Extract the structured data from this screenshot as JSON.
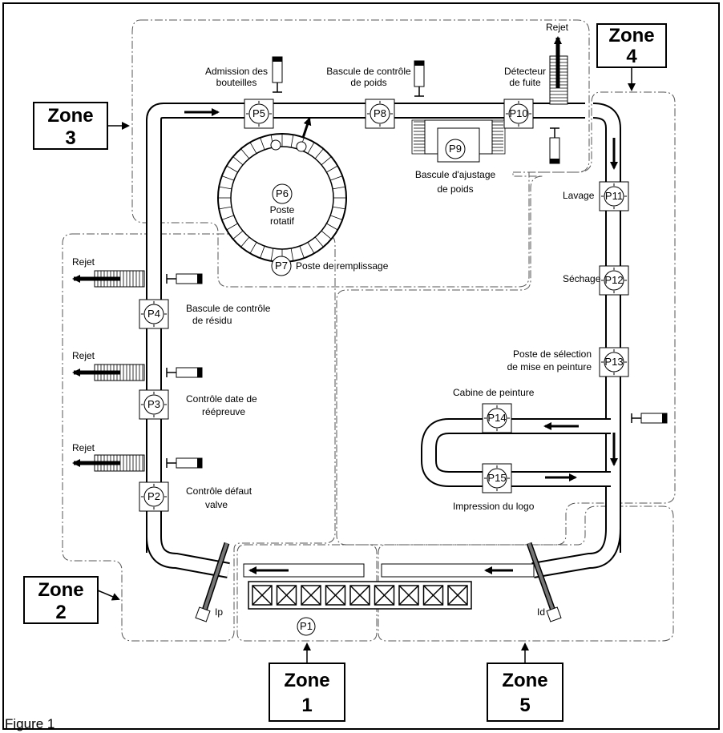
{
  "figure": {
    "caption": "Figure 1"
  },
  "zones": [
    {
      "id": "zone-1",
      "line1": "Zone",
      "line2": "1"
    },
    {
      "id": "zone-2",
      "line1": "Zone",
      "line2": "2"
    },
    {
      "id": "zone-3",
      "line1": "Zone",
      "line2": "3"
    },
    {
      "id": "zone-4",
      "line1": "Zone",
      "line2": "4"
    },
    {
      "id": "zone-5",
      "line1": "Zone",
      "line2": "5"
    }
  ],
  "posts": {
    "p1": "P1",
    "p2": "P2",
    "p3": "P3",
    "p4": "P4",
    "p5": "P5",
    "p6": "P6",
    "p7": "P7",
    "p8": "P8",
    "p9": "P9",
    "p10": "P10",
    "p11": "P11",
    "p12": "P12",
    "p13": "P13",
    "p14": "P14",
    "p15": "P15"
  },
  "labels": {
    "rejet": "Rejet",
    "admission_1": "Admission des",
    "admission_2": "bouteilles",
    "bascule_poids_1": "Bascule de contrôle",
    "bascule_poids_2": "de poids",
    "detecteur_1": "Détecteur",
    "detecteur_2": "de fuite",
    "ajustage_1": "Bascule d'ajustage",
    "ajustage_2": "de poids",
    "poste_rotatif_1": "Poste",
    "poste_rotatif_2": "rotatif",
    "remplissage": "Poste de remplissage",
    "residu_1": "Bascule de contrôle",
    "residu_2": "de résidu",
    "reepreuve_1": "Contrôle date de",
    "reepreuve_2": "réépreuve",
    "valve_1": "Contrôle défaut",
    "valve_2": "valve",
    "lavage": "Lavage",
    "sechage": "Séchage",
    "selection_1": "Poste de sélection",
    "selection_2": "de mise en peinture",
    "cabine": "Cabine de peinture",
    "logo": "Impression du logo",
    "ip": "Ip",
    "id": "Id"
  }
}
